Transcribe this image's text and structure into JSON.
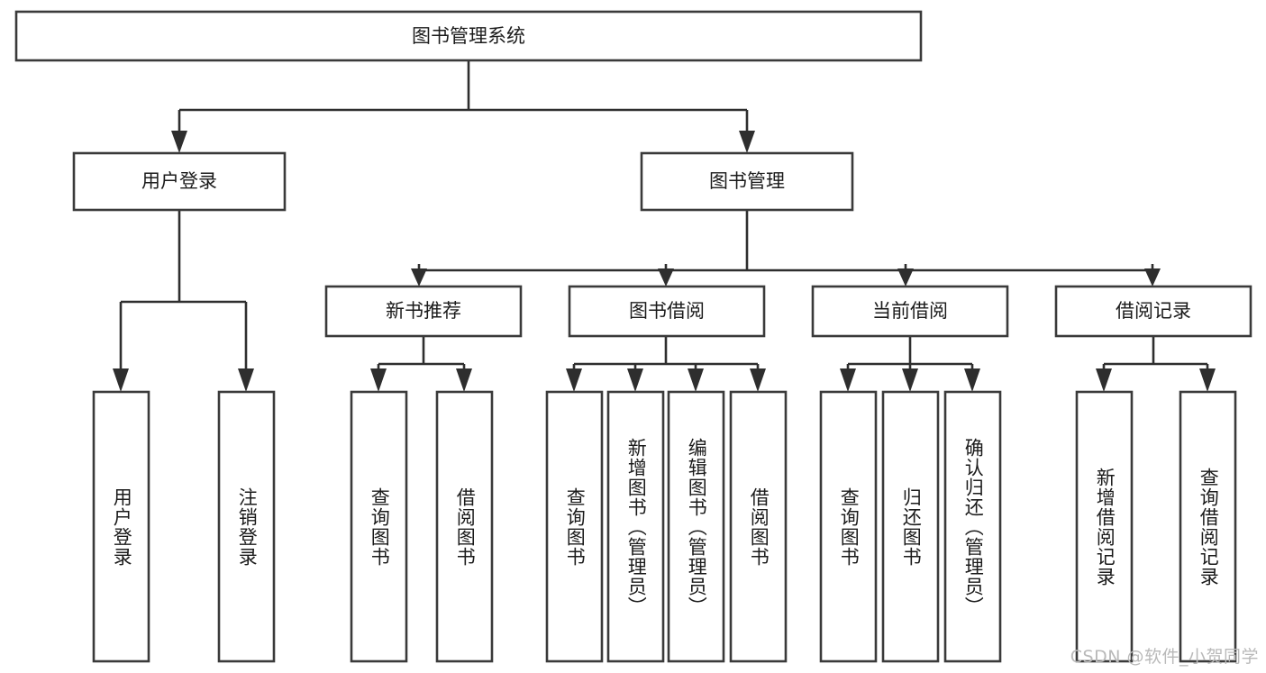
{
  "diagram": {
    "title": "图书管理系统",
    "type": "tree-hierarchy",
    "watermark": "CSDN @软件_小贺同学",
    "colors": {
      "box_fill": "#ffffff",
      "box_stroke": "#3a3a3a",
      "connector": "#2e2e2e",
      "text": "#1b1b1b",
      "background": "#ffffff",
      "watermark": "#b9b9b9"
    },
    "levels": {
      "root": {
        "label": "图书管理系统"
      },
      "level2": [
        {
          "label": "用户登录"
        },
        {
          "label": "图书管理"
        }
      ],
      "level3": [
        {
          "label": "新书推荐"
        },
        {
          "label": "图书借阅"
        },
        {
          "label": "当前借阅"
        },
        {
          "label": "借阅记录"
        }
      ]
    },
    "nodes": {
      "root": "图书管理系统",
      "user_login": "用户登录",
      "book_manage": "图书管理",
      "new_book_rec": "新书推荐",
      "book_borrow": "图书借阅",
      "current_borrow": "当前借阅",
      "borrow_record": "借阅记录"
    },
    "leaves": {
      "user_login": [
        {
          "label": "用户登录"
        },
        {
          "label": "注销登录"
        }
      ],
      "new_book_rec": [
        {
          "label": "查询图书"
        },
        {
          "label": "借阅图书"
        }
      ],
      "book_borrow": [
        {
          "label": "查询图书"
        },
        {
          "label": "新增图书（管理员）"
        },
        {
          "label": "编辑图书（管理员）"
        },
        {
          "label": "借阅图书"
        }
      ],
      "current_borrow": [
        {
          "label": "查询图书"
        },
        {
          "label": "归还图书"
        },
        {
          "label": "确认归还（管理员）"
        }
      ],
      "borrow_record": [
        {
          "label": "新增借阅记录"
        },
        {
          "label": "查询借阅记录"
        }
      ]
    }
  }
}
